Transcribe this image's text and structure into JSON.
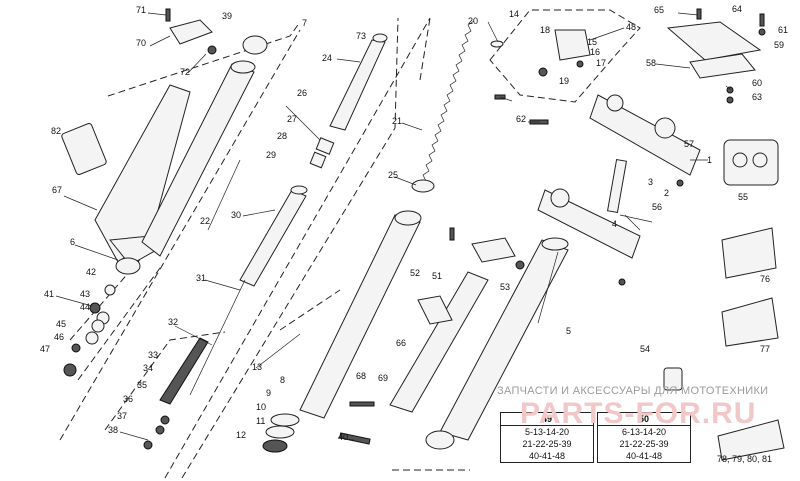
{
  "labels": [
    "1",
    "2",
    "3",
    "4",
    "5",
    "6",
    "7",
    "8",
    "9",
    "10",
    "11",
    "12",
    "13",
    "14",
    "15",
    "16",
    "17",
    "18",
    "19",
    "20",
    "21",
    "22",
    "24",
    "25",
    "26",
    "27",
    "28",
    "29",
    "30",
    "31",
    "32",
    "33",
    "34",
    "35",
    "36",
    "37",
    "38",
    "39",
    "40",
    "41",
    "42",
    "43",
    "44",
    "45",
    "46",
    "47",
    "48",
    "49",
    "50",
    "51",
    "52",
    "53",
    "54",
    "55",
    "56",
    "57",
    "58",
    "59",
    "60",
    "61",
    "62",
    "63",
    "64",
    "65",
    "66",
    "67",
    "68",
    "69",
    "70",
    "71",
    "72",
    "73",
    "76",
    "77",
    "78, 79, 80, 81",
    "82"
  ],
  "kits": [
    {
      "title": "49",
      "lines": [
        "5-13-14-20",
        "21-22-25-39",
        "40-41-48"
      ]
    },
    {
      "title": "50",
      "lines": [
        "6-13-14-20",
        "21-22-25-39",
        "40-41-48"
      ]
    }
  ],
  "colors": {
    "line": "#222222",
    "watermark_text": "#9b9b9b",
    "watermark_logo": "#f1c7c7",
    "background": "#ffffff"
  }
}
